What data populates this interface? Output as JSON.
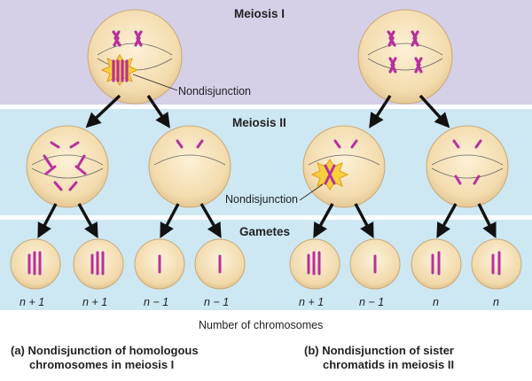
{
  "bands": {
    "meiosis1": "Meiosis I",
    "meiosis2": "Meiosis II",
    "gametes": "Gametes"
  },
  "callouts": {
    "left": "Nondisjunction",
    "right": "Nondisjunction"
  },
  "gamete_counts": [
    "n + 1",
    "n + 1",
    "n − 1",
    "n − 1",
    "n + 1",
    "n − 1",
    "n",
    "n"
  ],
  "axis_note": "Number of chromosomes",
  "captions": {
    "a_line1": "(a) Nondisjunction of homologous",
    "a_line2": "chromosomes in meiosis I",
    "b_line1": "(b) Nondisjunction of sister",
    "b_line2": "chromatids in meiosis II"
  },
  "colors": {
    "band_meiosis1": "#d6cfe8",
    "band_meiosis2_gametes": "#cde8f3",
    "chromosome": "#b8309b",
    "cell_fill": "#f5dfb4",
    "burst": "#f7d13c"
  }
}
